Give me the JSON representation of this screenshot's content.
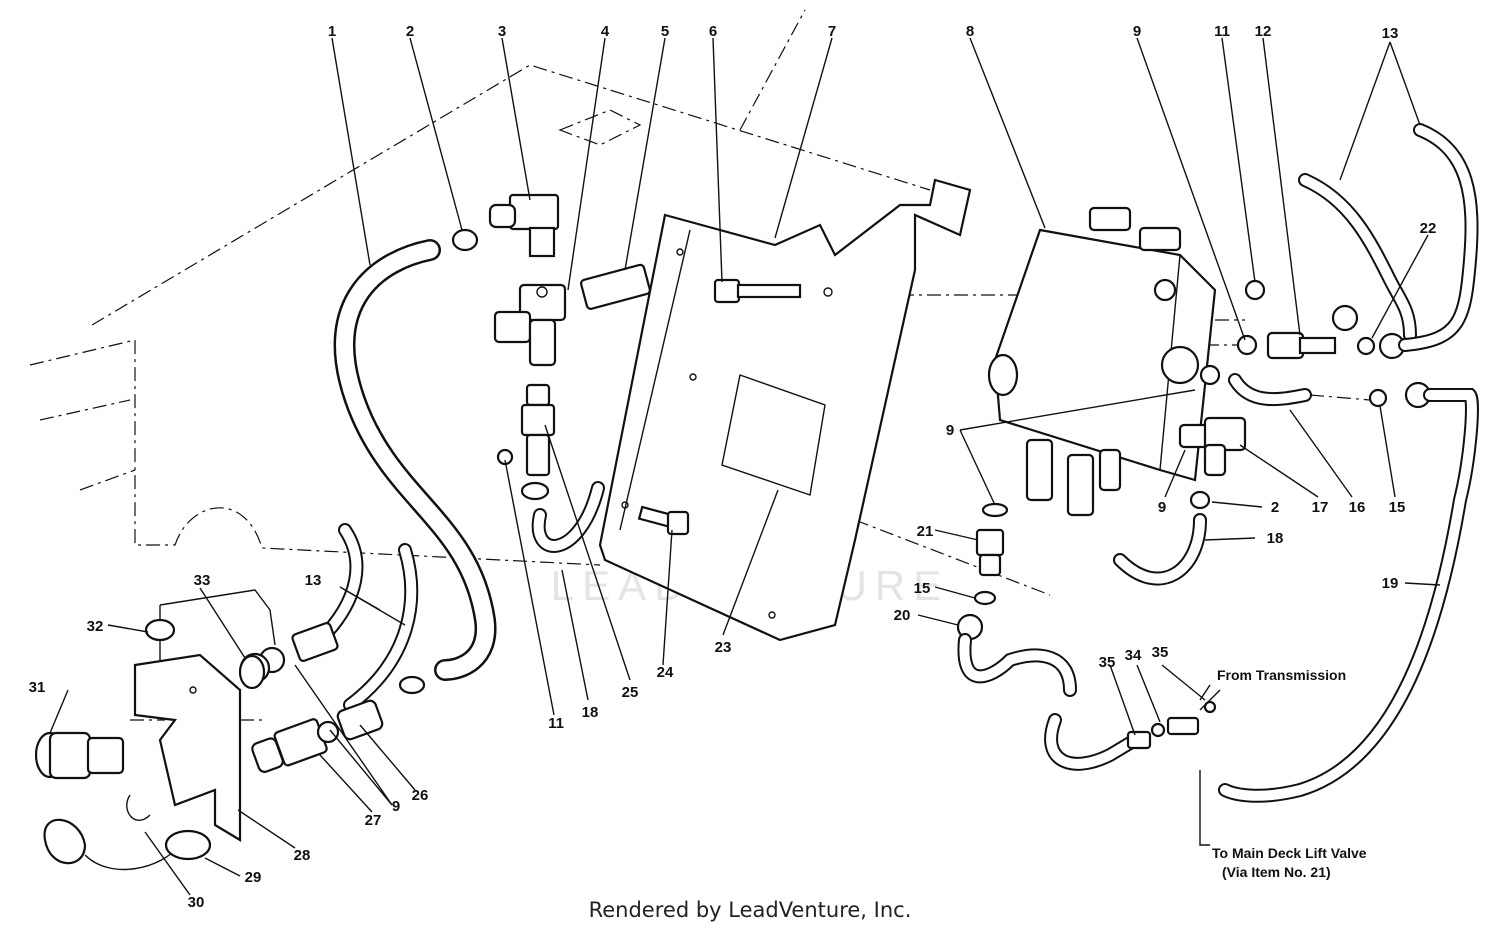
{
  "watermark_text": "LEADVENTURE",
  "footer_text": "Rendered by LeadVenture, Inc.",
  "notes": {
    "from_transmission": "From Transmission",
    "to_main_deck_1": "To Main Deck Lift Valve",
    "to_main_deck_2": "(Via Item No. 21)"
  },
  "callouts": [
    "1",
    "2",
    "3",
    "4",
    "5",
    "6",
    "7",
    "8",
    "9",
    "11",
    "12",
    "13",
    "13",
    "22",
    "9",
    "2",
    "17",
    "16",
    "15",
    "9",
    "21",
    "15",
    "20",
    "18",
    "19",
    "35",
    "34",
    "35",
    "11",
    "18",
    "25",
    "24",
    "23",
    "33",
    "32",
    "13",
    "31",
    "9",
    "26",
    "27",
    "28",
    "29",
    "30"
  ]
}
